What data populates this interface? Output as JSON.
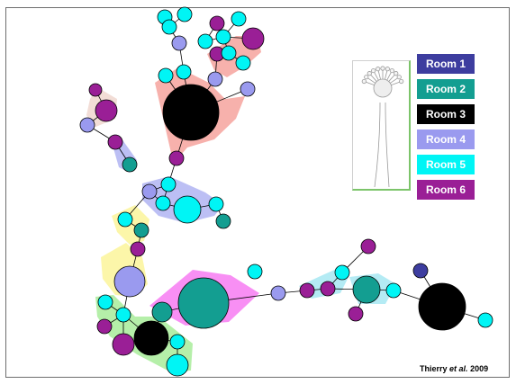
{
  "legend": [
    {
      "label": "Room 1",
      "color": "#3d3d9f"
    },
    {
      "label": "Room 2",
      "color": "#139e91"
    },
    {
      "label": "Room 3",
      "color": "#000000"
    },
    {
      "label": "Room 4",
      "color": "#9a9aef"
    },
    {
      "label": "Room 5",
      "color": "#00f5f5"
    },
    {
      "label": "Room 6",
      "color": "#9a1f96"
    }
  ],
  "credit": {
    "author": "Thierry",
    "etal": "et al.",
    "year": "2009"
  },
  "colors": {
    "room1": "#3d3d9f",
    "room2": "#139e91",
    "room3": "#000000",
    "room4": "#9a9aef",
    "room5": "#00f5f5",
    "room6": "#9a1f96",
    "cluster_red": "#f6a39e",
    "cluster_blue": "#b0b4f2",
    "cluster_yellow": "#fbf49a",
    "cluster_green": "#a8ec9a",
    "cluster_magenta": "#f77bf2",
    "cluster_cyan": "#a7e7f2",
    "cluster_tan": "#f0d7cf"
  }
}
